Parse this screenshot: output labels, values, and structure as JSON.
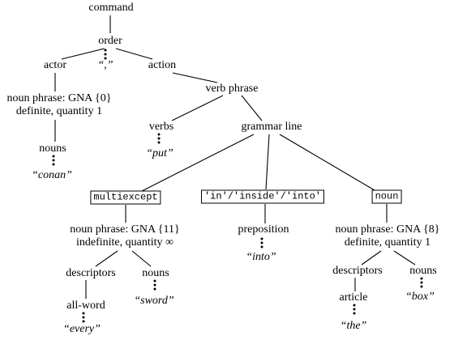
{
  "nodes": {
    "command": "command",
    "order": "order",
    "actor": "actor",
    "comma": "“,”",
    "action": "action",
    "np0": [
      "noun phrase: GNA {0}",
      "definite, quantity 1"
    ],
    "verb_phrase": "verb phrase",
    "nouns_conan": "nouns",
    "conan": "“conan”",
    "verbs": "verbs",
    "put": "“put”",
    "grammar_line": "grammar line",
    "multiexcept": "multiexcept",
    "in_inside_into": "'in'/'inside'/'into'",
    "noun": "noun",
    "np11": [
      "noun phrase: GNA {11}",
      "indefinite, quantity ∞"
    ],
    "preposition": "preposition",
    "into": "“into”",
    "np8": [
      "noun phrase: GNA {8}",
      "definite, quantity 1"
    ],
    "descriptors1": "descriptors",
    "nouns_sword": "nouns",
    "sword": "“sword”",
    "all_word": "all-word",
    "every": "“every”",
    "descriptors2": "descriptors",
    "nouns_box": "nouns",
    "box": "“box”",
    "article": "article",
    "the": "“the”"
  }
}
